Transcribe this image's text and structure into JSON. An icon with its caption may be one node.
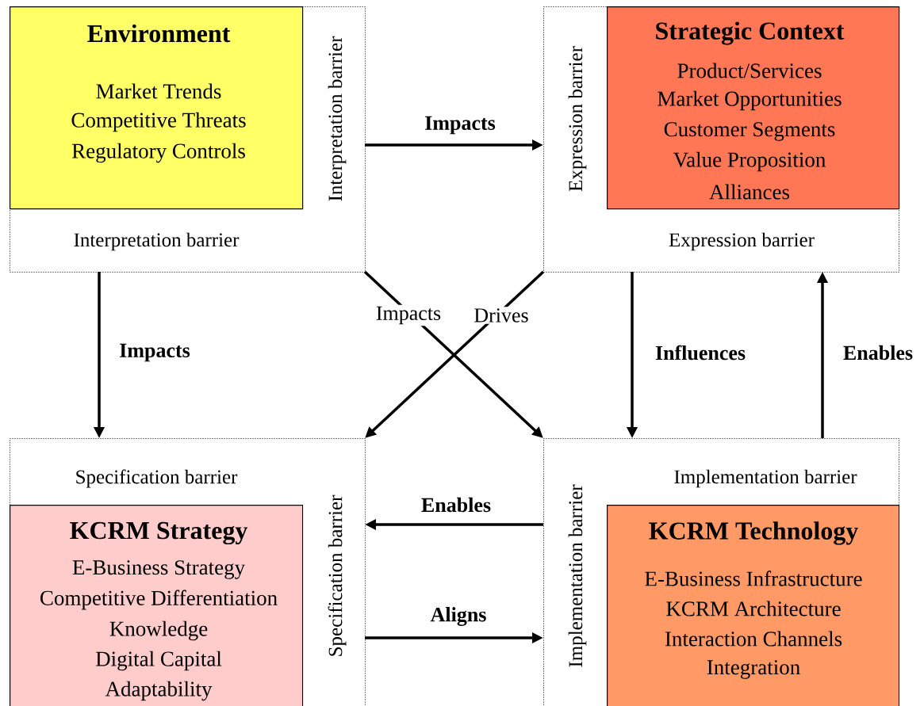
{
  "diagram": {
    "nodes": [
      {
        "text": [
          "Interpretation barrier",
          "Interpretation barrier"
        ]
      },
      {
        "text": [
          "Environment",
          "Market Trends",
          "Competitive Threats",
          "Regulatory Controls"
        ],
        "in": 0
      },
      {
        "text": [
          "Expression barrier",
          "Expression barrier"
        ]
      },
      {
        "text": [
          "Strategic Context",
          "Product/Services",
          "Market Opportunities",
          "Customer Segments",
          "Value Proposition",
          "Alliances"
        ],
        "in": 2
      },
      {
        "text": [
          "Specification barrier",
          "Specification barrier"
        ]
      },
      {
        "text": [
          "KCRM Strategy",
          "E-Business Strategy",
          "Competitive Differentiation",
          "Knowledge",
          "Digital Capital",
          "Adaptability"
        ],
        "in": 4
      },
      {
        "text": [
          "Implementation barrier",
          "Implementation barrier"
        ]
      },
      {
        "text": [
          "KCRM Technology",
          "E-Business Infrastructure",
          "KCRM Architecture",
          "Interaction Channels",
          "Integration"
        ],
        "in": 6
      }
    ],
    "edges": [
      {
        "from": 0,
        "to": 2,
        "arrow": "to",
        "label": "Impacts"
      },
      {
        "from": 0,
        "to": 4,
        "arrow": "to",
        "label": "Impacts"
      },
      {
        "from": 0,
        "to": 6,
        "arrow": "to",
        "label": "Impacts"
      },
      {
        "from": 2,
        "to": 4,
        "arrow": "to",
        "label": "Drives"
      },
      {
        "from": 2,
        "to": 6,
        "arrow": "to",
        "label": "Influences"
      },
      {
        "from": 6,
        "to": 2,
        "arrow": "to",
        "label": "Enables"
      },
      {
        "from": 6,
        "to": 4,
        "arrow": "to",
        "label": "Enables"
      },
      {
        "from": 4,
        "to": 6,
        "arrow": "to",
        "label": "Aligns"
      }
    ]
  }
}
